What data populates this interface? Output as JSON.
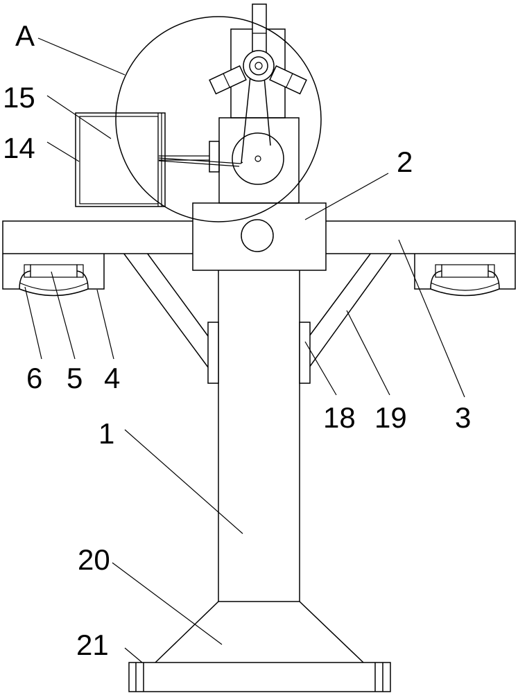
{
  "labels": {
    "a": "A",
    "n1": "1",
    "n2": "2",
    "n3": "3",
    "n4": "4",
    "n5": "5",
    "n6": "6",
    "n14": "14",
    "n15": "15",
    "n18": "18",
    "n19": "19",
    "n20": "20",
    "n21": "21"
  }
}
